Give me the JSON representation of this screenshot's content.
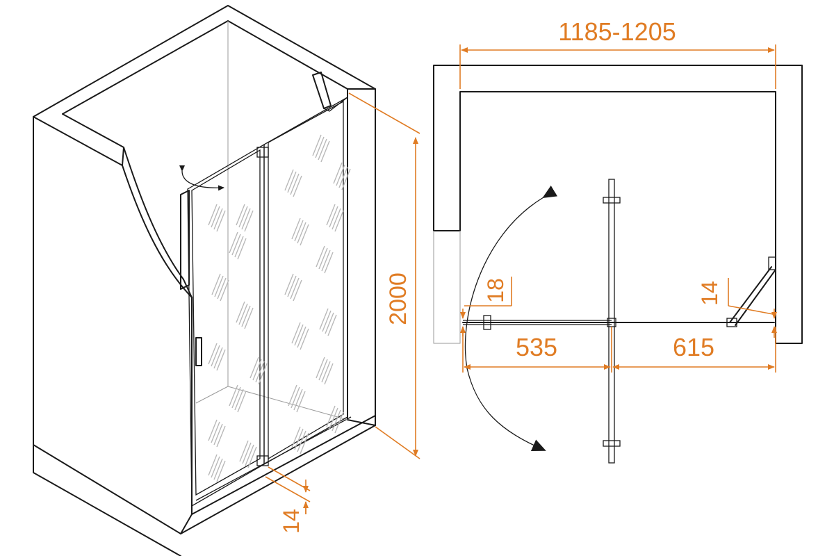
{
  "dimensions": {
    "top_width": "1185-1205",
    "height": "2000",
    "bottom_offset": "14",
    "left_gap": "18",
    "right_gap": "14",
    "fixed_part": "535",
    "door_part": "615"
  },
  "colors": {
    "dimension": "#e07c24",
    "outline": "#1a1a1a",
    "background": "#ffffff"
  }
}
